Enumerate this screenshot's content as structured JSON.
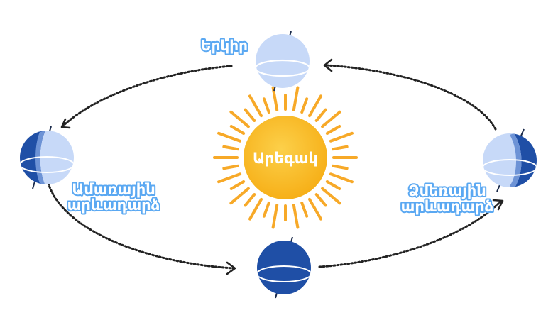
{
  "colors": {
    "sun_core": "#f9b81d",
    "sun_rays": "#f7a928",
    "earth_light": "#c7d9f8",
    "earth_dark": "#1f4fa6",
    "orbit_line": "#222222",
    "label_glow": "#5aa8f2"
  },
  "labels": {
    "sun": "Արեգակ",
    "earth": "Երկիր",
    "summer_line1": "Ամառային",
    "summer_line2": "արևադարձ",
    "winter_line1": "Ձմեռային",
    "winter_line2": "արևադարձ"
  }
}
